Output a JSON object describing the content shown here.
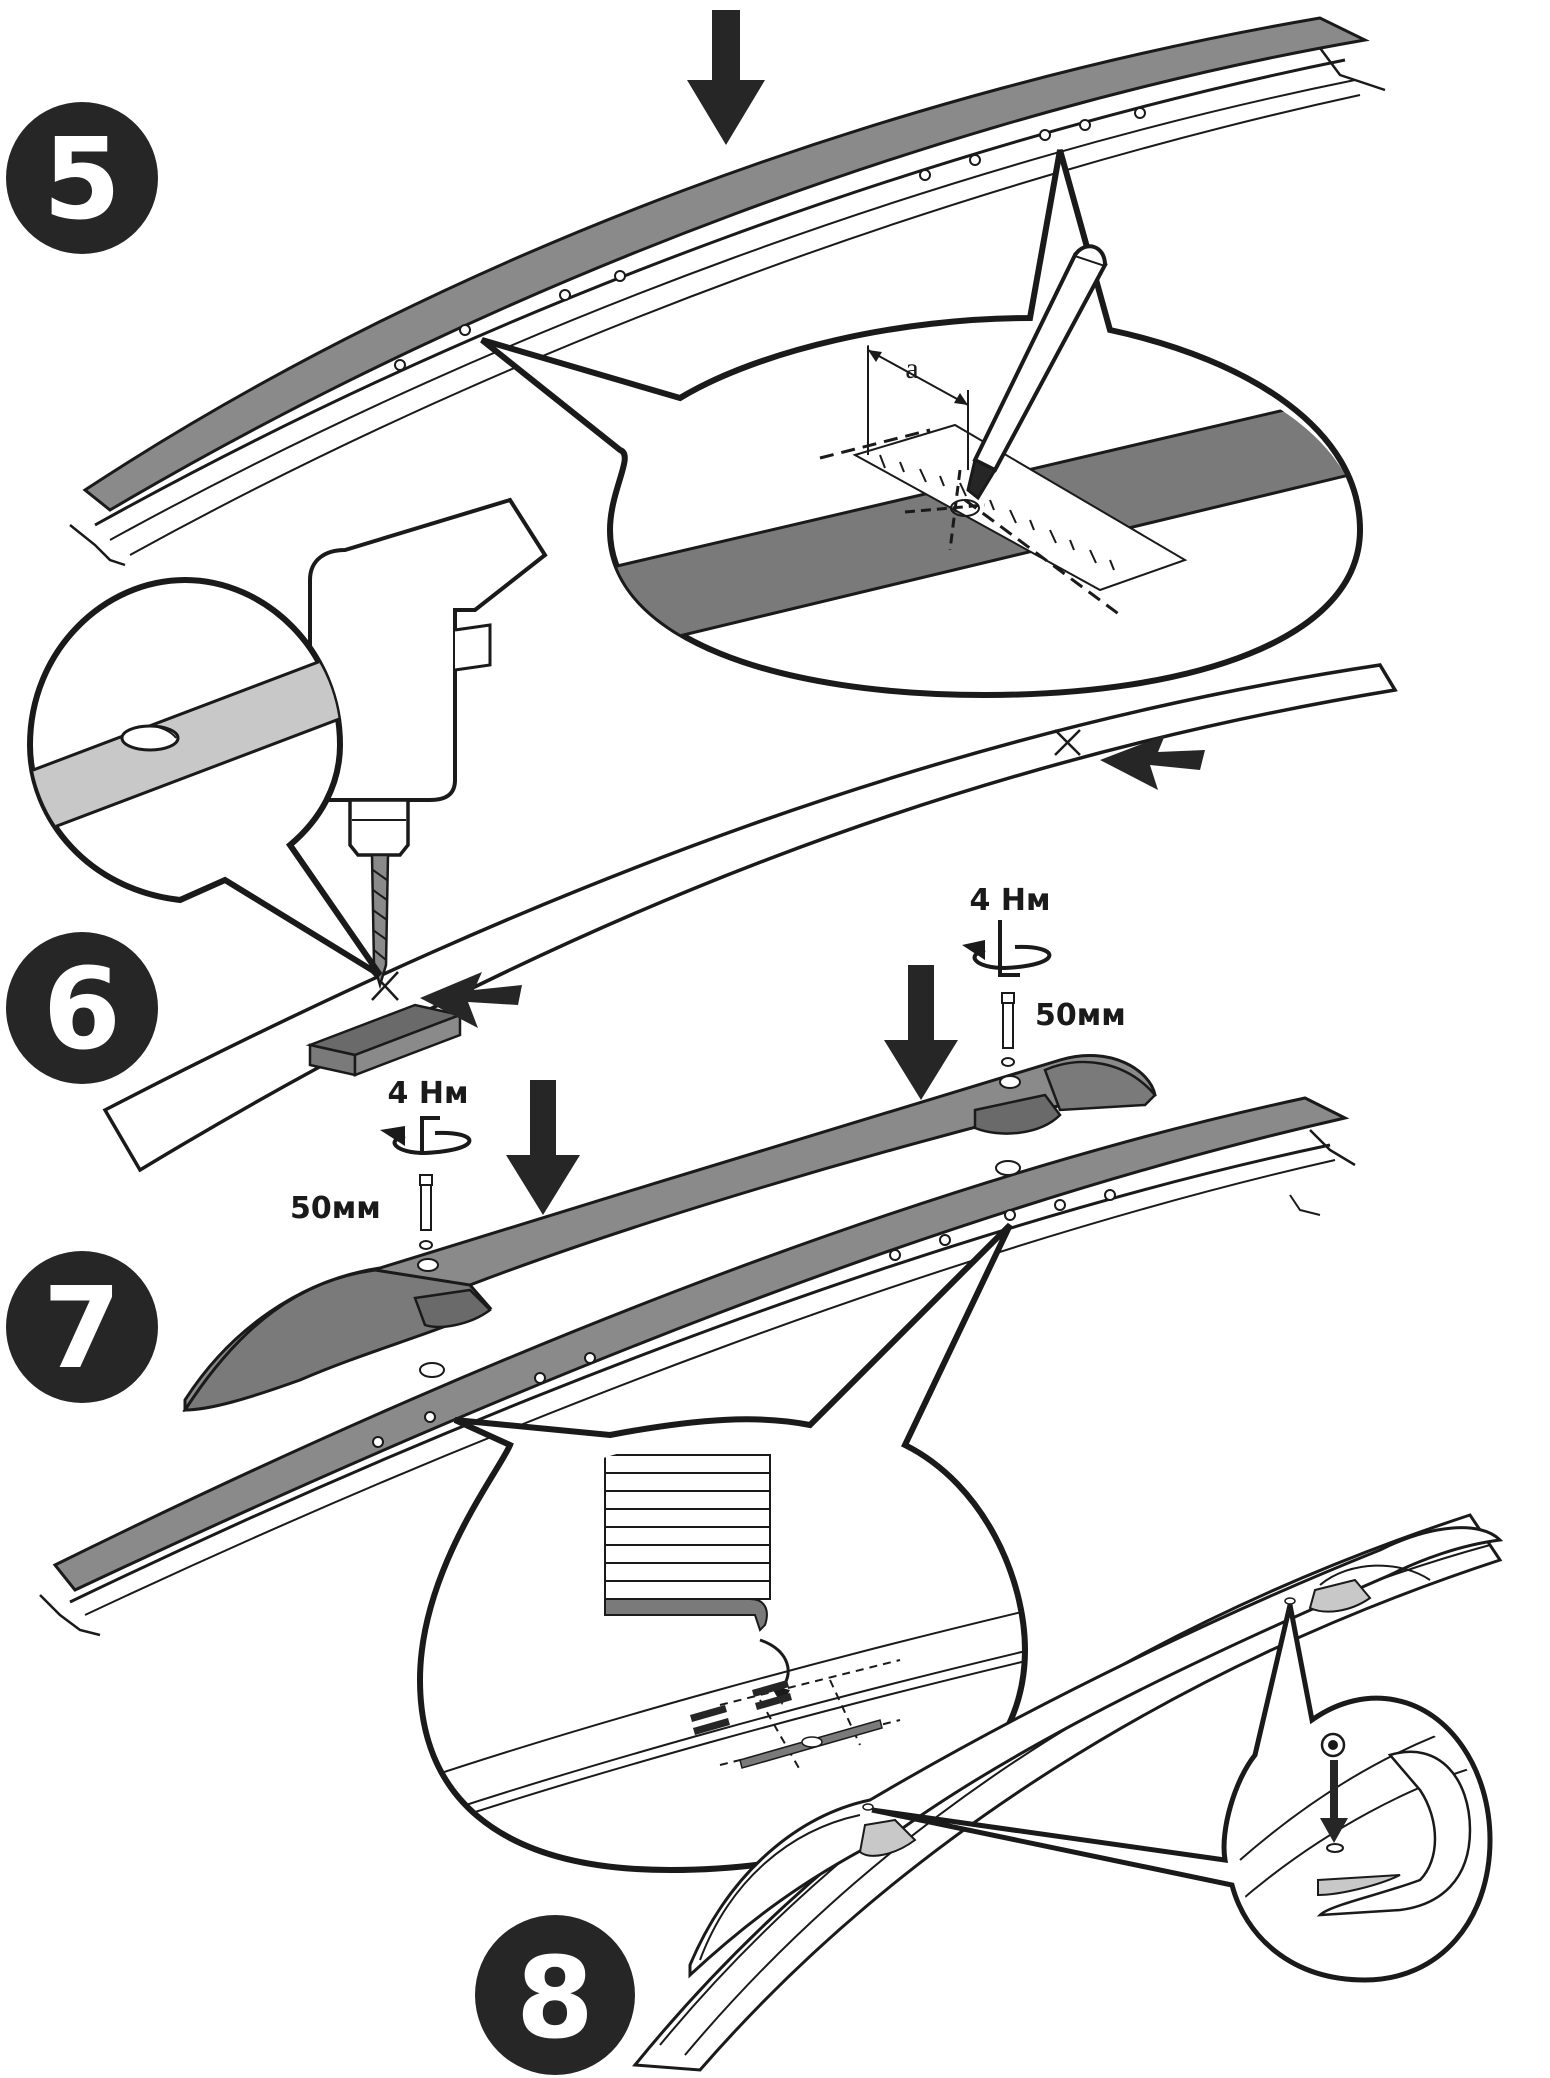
{
  "steps": {
    "s5": "5",
    "s6": "6",
    "s7": "7",
    "s8": "8"
  },
  "labels": {
    "dimension_a": "a",
    "torque_right": "4 Нм",
    "length_right": "50мм",
    "torque_left": "4 Нм",
    "length_left": "50мм"
  },
  "colors": {
    "ink": "#1a1a1a",
    "rail_gray": "#8a8a8a",
    "tape_gray": "#7a7a7a",
    "light_gray": "#c8c8c8",
    "badge": "#262626"
  }
}
